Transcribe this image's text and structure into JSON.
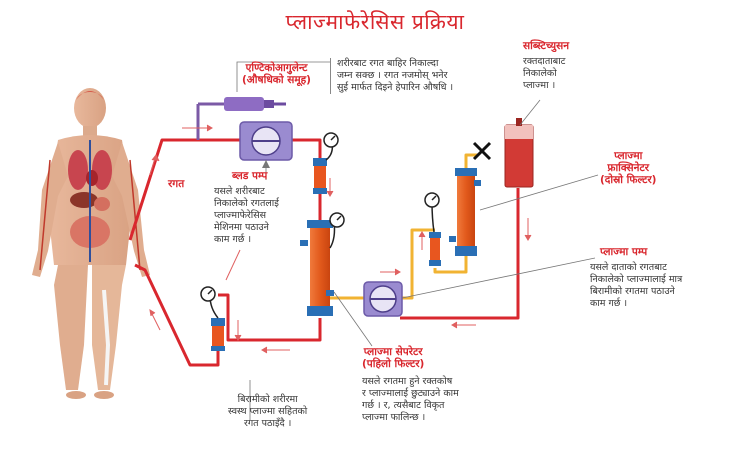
{
  "title": "प्लाज्माफेरेसिस प्रक्रिया",
  "anticoagulant": {
    "label": "एण्टिकोआगुलेन्ट\n(औषधिको समूह)",
    "desc": "शरीरबाट रगत बाहिर निकाल्दा\nजम्न सक्छ । रगत नजमोस् भनेर\nसुई मार्फत दिइने हेपारिन औषधि ।"
  },
  "substitution": {
    "label": "सब्स्टिच्युसन",
    "desc": "रक्तदाताबाट\nनिकालेको\nप्लाज्मा ।"
  },
  "blood": {
    "label": "रगत"
  },
  "blood_pump": {
    "label": "ब्लड पम्प",
    "desc": "यसले शरीरबाट\nनिकालेको रगतलाई\nप्लाज्माफेरेसिस\nमेशिनमा पठाउने\nकाम गर्छ ।"
  },
  "plasma_fractionator": {
    "label": "प्लाज्मा\nफ्राक्सिनेटर\n(दोस्रो फिल्टर)"
  },
  "plasma_pump": {
    "label": "प्लाज्मा पम्प",
    "desc": "यसले दाताको रगतबाट\nनिकालेको प्लाज्मालाई मात्र\nबिरामीको रगतमा पठाउने\nकाम गर्छ ।"
  },
  "plasma_separator": {
    "label": "प्लाज्मा सेपरेटर\n(पहिलो फिल्टर)",
    "desc": "यसले रगतमा हुने रक्तकोष\nर प्लाज्मालाई छुट्याउने काम\nगर्छ । र, त्यसैबाट विकृत\nप्लाज्मा फालिन्छ ।"
  },
  "return": {
    "desc": "बिरामीको शरीरमा\nस्वस्थ प्लाज्मा सहितको\nरगत पठाइँदै ।"
  },
  "colors": {
    "accent": "#d9272e",
    "blood_tube": "#d9272e",
    "plasma_tube": "#f1b332",
    "pump_purple": "#8e7cc3",
    "filter_orange": "#e8561f",
    "filter_blue": "#2a6fb5",
    "bag_red": "#d23a35"
  }
}
